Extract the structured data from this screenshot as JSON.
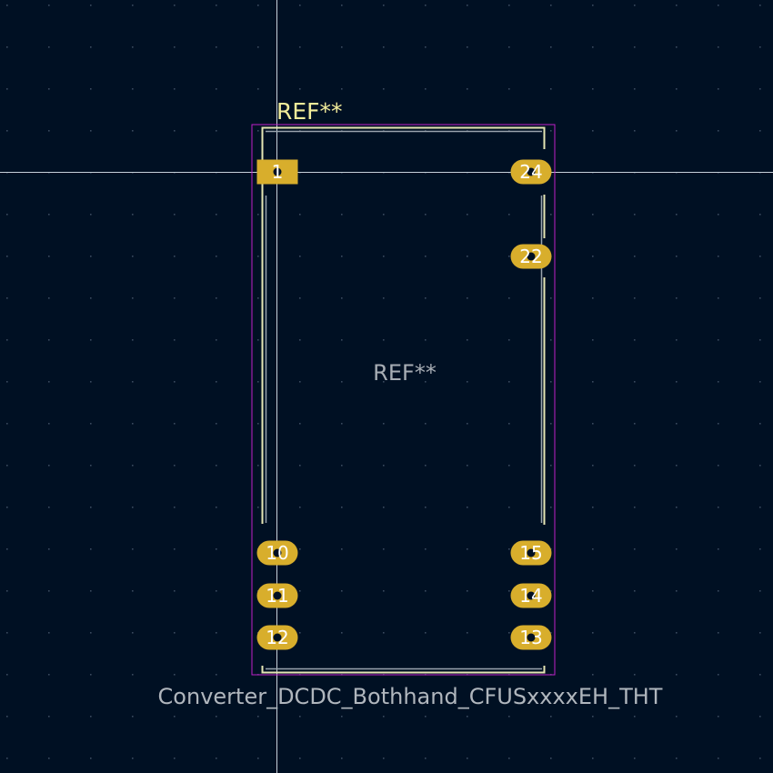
{
  "colors": {
    "background": "#001023",
    "grid_dot": "#3a4a5e",
    "crosshair": "#c8d0da",
    "courtyard": "#c020c8",
    "silkscreen": "#e6e6b4",
    "fab": "#9aa3ad",
    "pad": "#d8ae2c",
    "pad_text": "#ffffff",
    "ref_silk_text": "#f2ec9a",
    "ref_fab_text": "#a7adb4",
    "value_text": "#b0b6bd"
  },
  "footprint": {
    "ref_silk": "REF**",
    "ref_fab": "REF**",
    "value": "Converter_DCDC_Bothhand_CFUSxxxxEH_THT"
  },
  "pads": [
    {
      "number": "1",
      "shape": "rect"
    },
    {
      "number": "24",
      "shape": "oval"
    },
    {
      "number": "22",
      "shape": "oval"
    },
    {
      "number": "10",
      "shape": "oval"
    },
    {
      "number": "15",
      "shape": "oval"
    },
    {
      "number": "11",
      "shape": "oval"
    },
    {
      "number": "14",
      "shape": "oval"
    },
    {
      "number": "12",
      "shape": "oval"
    },
    {
      "number": "13",
      "shape": "oval"
    }
  ]
}
